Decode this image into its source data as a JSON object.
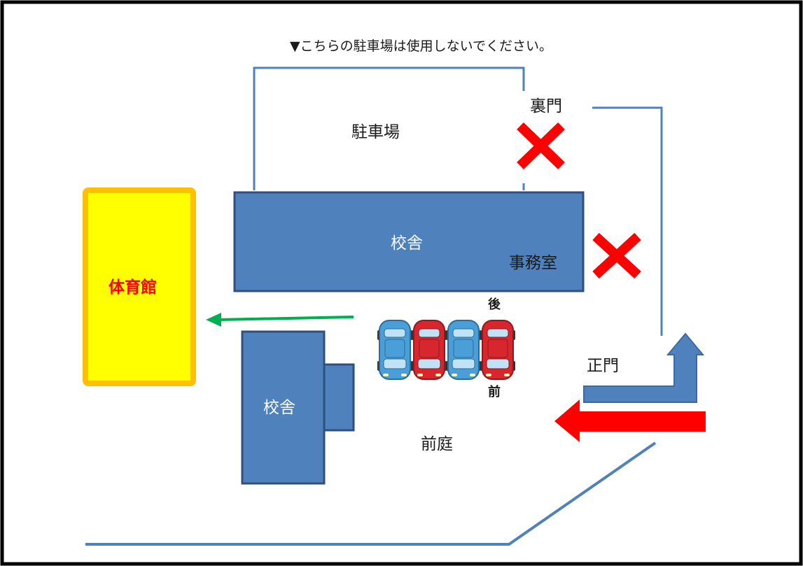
{
  "map": {
    "notice": "▼こちらの駐車場は使用しないでください。",
    "parking_lot": "駐車場",
    "back_gate": "裏門",
    "school_building_main": "校舎",
    "office": "事務室",
    "gymnasium": "体育館",
    "school_building_annex": "校舎",
    "front_yard": "前庭",
    "main_gate": "正門",
    "car_rear": "後",
    "car_front": "前"
  },
  "colors": {
    "building": "#4f81bd",
    "building_border": "#2f4f7f",
    "gym_fill": "#ffff00",
    "gym_border": "#ffc000",
    "gym_text": "#ff0000",
    "no_entry": "#ff0000",
    "entry_arrow": "#ff0000",
    "route_arrow": "#4f81bd",
    "walk_arrow": "#00b050",
    "road_line": "#4f81bd",
    "car_blue": "#4a9fd8",
    "car_red": "#d7262e"
  },
  "icons": {
    "no_entry": "cross-mark-icon",
    "car": "car-icon"
  },
  "cars": [
    {
      "color": "blue"
    },
    {
      "color": "red"
    },
    {
      "color": "blue"
    },
    {
      "color": "red"
    }
  ]
}
